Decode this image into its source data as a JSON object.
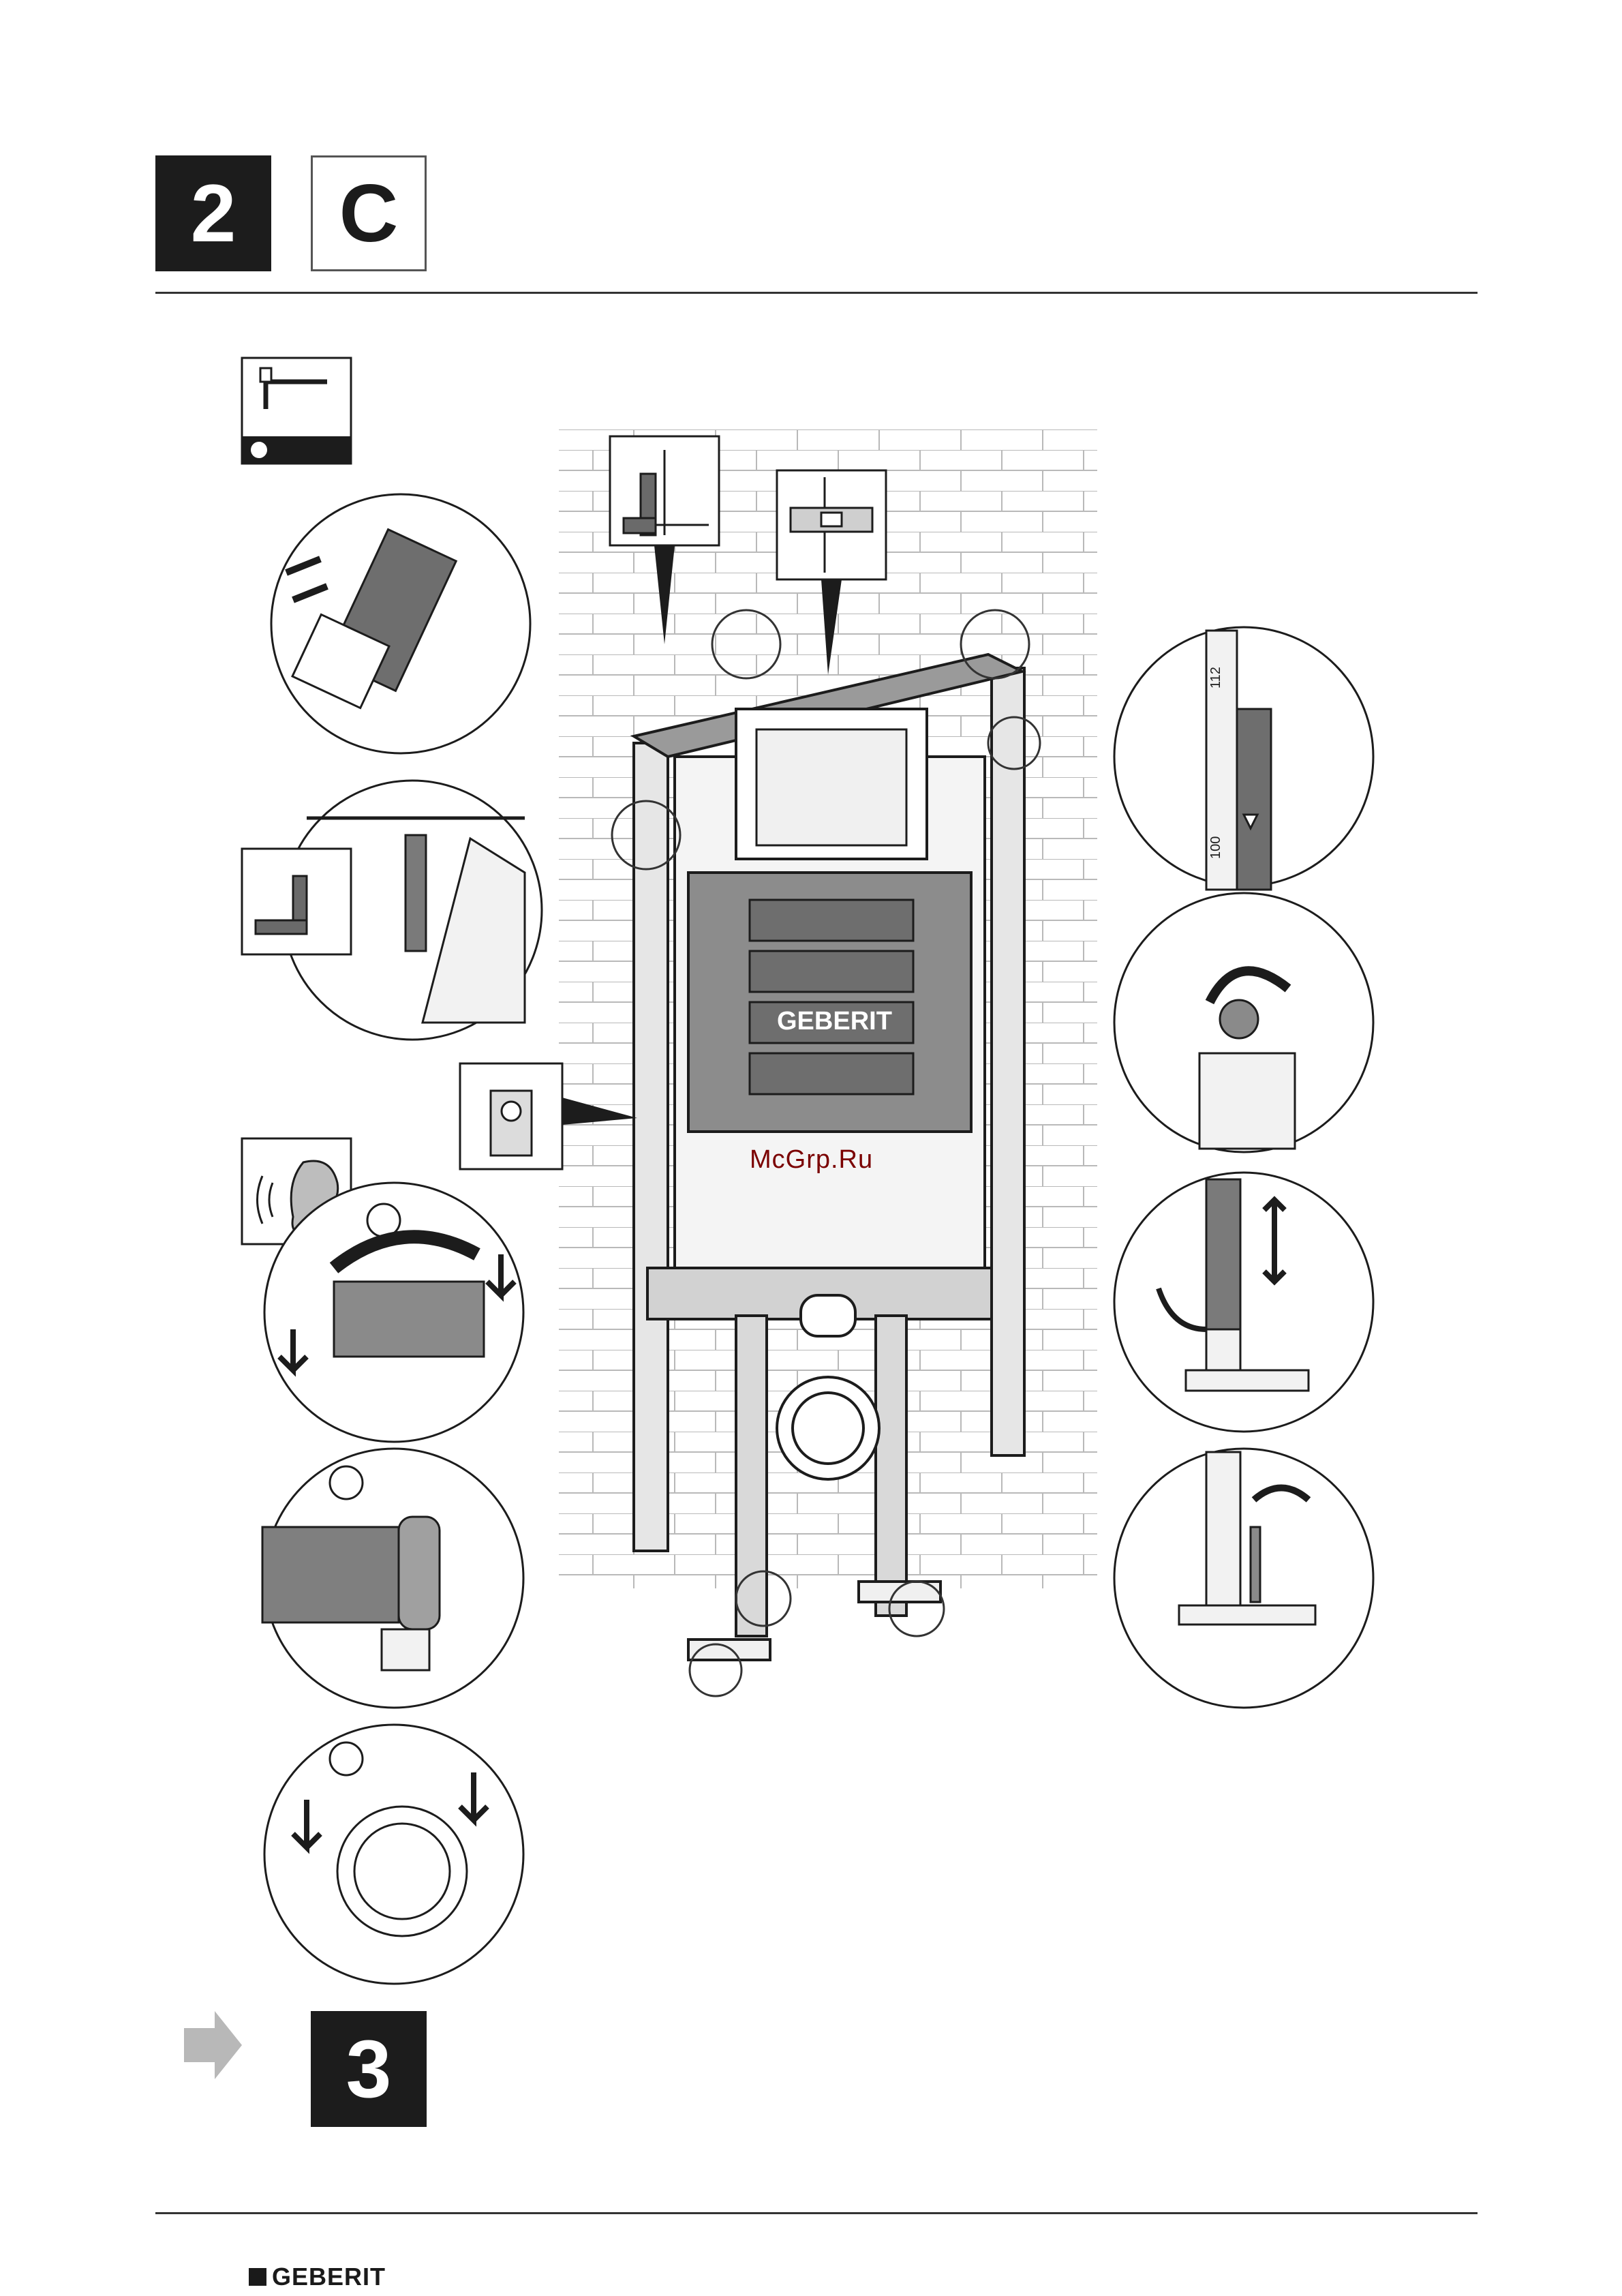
{
  "header": {
    "step_number": "2",
    "step_letter": "C"
  },
  "footer": {
    "next_step": "3",
    "brand": "GEBERIT"
  },
  "watermark": "McGrp.Ru",
  "illustration": {
    "panel_logo": "GEBERIT",
    "scale_upper": "112",
    "scale_lower": "100"
  },
  "colors": {
    "dark": "#1c1c1c",
    "line": "#333333",
    "arrow_grey": "#b8b8b8",
    "watermark": "#7a0000"
  },
  "icons": [
    "hex-key-tool-icon",
    "ear-sound-icon",
    "spirit-level-icon",
    "wall-angle-icon",
    "next-arrow-icon"
  ]
}
